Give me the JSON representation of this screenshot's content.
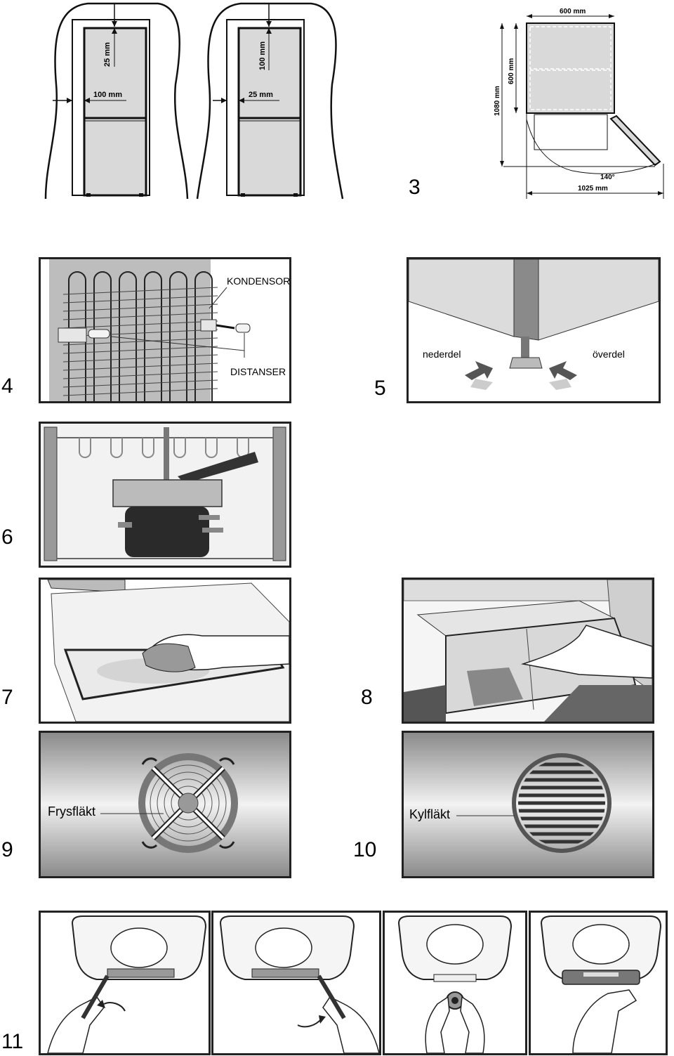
{
  "figures": {
    "fig3": {
      "number": "3",
      "left": {
        "top_gap": "25 mm",
        "side_gap": "100 mm"
      },
      "right": {
        "top_gap": "100 mm",
        "side_gap": "25 mm"
      },
      "plan": {
        "width": "600 mm",
        "depth": "600 mm",
        "depth_open": "1080 mm",
        "angle": "140°",
        "span": "1025 mm"
      }
    },
    "fig4": {
      "number": "4",
      "label_condenser": "KONDENSOR",
      "label_spacers": "DISTANSER"
    },
    "fig5": {
      "number": "5",
      "label_lower": "nederdel",
      "label_upper": "överdel"
    },
    "fig6": {
      "number": "6"
    },
    "fig7": {
      "number": "7"
    },
    "fig8": {
      "number": "8"
    },
    "fig9": {
      "number": "9",
      "label": "Frysfläkt"
    },
    "fig10": {
      "number": "10",
      "label": "Kylfläkt"
    },
    "fig11": {
      "number": "11"
    }
  }
}
